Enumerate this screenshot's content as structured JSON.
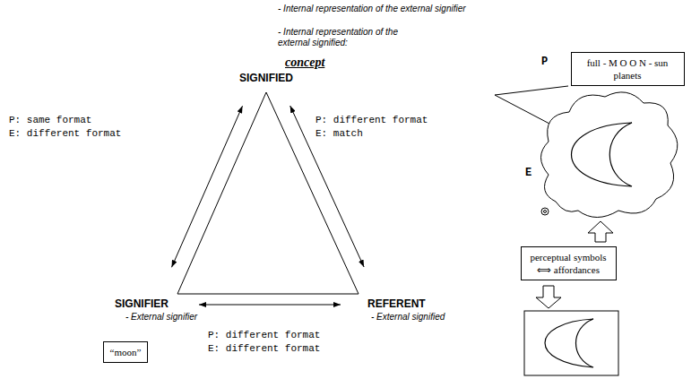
{
  "diagram": {
    "nodes": [
      {
        "text": [
          "full - M O O N - sun planets"
        ]
      },
      {
        "text": [
          "perceptual symbols ⟺ affordances"
        ]
      },
      {
        "text": [
          "“moon”"
        ]
      }
    ],
    "labels": [
      "- Internal representation of the external signifier",
      "- Internal representation of the external signified:",
      "concept",
      "P",
      "SIGNIFIED",
      "P: same format",
      "E: different format",
      "P: different format",
      "E: match",
      "E",
      "SIGNIFIER",
      "- External signifier",
      "REFERENT",
      "- External signified",
      "P: different format",
      "E: different format"
    ]
  }
}
